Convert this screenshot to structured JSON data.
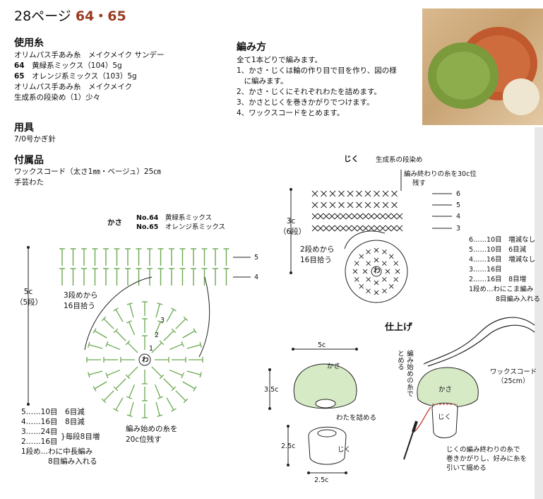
{
  "title": {
    "prefix": "28ページ",
    "numbers": "64・65"
  },
  "materials": {
    "heading": "使用糸",
    "lines": [
      "オリムパス手あみ糸　メイクメイク サンデー",
      {
        "no": "64",
        "text": "黄緑系ミックス（104）5g"
      },
      {
        "no": "65",
        "text": "オレンジ系ミックス（103）5g"
      },
      "オリムパス手あみ糸　メイクメイク",
      "生成系の段染め（1）少々"
    ]
  },
  "tools": {
    "heading": "用具",
    "lines": [
      "7/0号かぎ針"
    ]
  },
  "accessories": {
    "heading": "付属品",
    "lines": [
      "ワックスコード（太さ1㎜・ベージュ）25㎝",
      "手芸わた"
    ]
  },
  "method": {
    "heading": "編み方",
    "lines": [
      "全て1本どりで編みます。",
      "1、かさ・じくは輪の作り目で目を作り、図の様",
      "　に編みます。",
      "2、かさ・じくにそれぞれわたを詰めます。",
      "3、かさとじくを巻きかがりでつけます。",
      "4、ワックスコードをとめます。"
    ]
  },
  "kasa": {
    "label": "かさ",
    "colors": [
      {
        "no": "No.64",
        "text": "黄緑系ミックス"
      },
      {
        "no": "No.65",
        "text": "オレンジ系ミックス"
      }
    ],
    "height": "5c",
    "height_rows": "（5段）",
    "pickup": [
      "3段めから",
      "16目拾う"
    ],
    "row_markers": [
      "5",
      "4",
      "3",
      "2",
      "1"
    ],
    "ring": "わ",
    "start_note": [
      "編み始めの糸を",
      "20c位残す"
    ],
    "table": [
      {
        "row": "5……10目",
        "note": "6目減"
      },
      {
        "row": "4……16目",
        "note": "8目減"
      },
      {
        "row": "3……24目",
        "note": ""
      },
      {
        "row": "2……16目",
        "note": ""
      },
      {
        "row": "1段め…わに中長編み",
        "note": ""
      },
      {
        "row": "8目編み入れる",
        "note": ""
      }
    ],
    "bracket_note": "毎段8目増"
  },
  "jiku": {
    "label": "じく",
    "color": "生成系の段染め",
    "end_note": [
      "編み終わりの糸を30c位",
      "残す"
    ],
    "height": "3c",
    "height_rows": "（6段）",
    "pickup": [
      "2段めから",
      "16目拾う"
    ],
    "row_markers": [
      "6",
      "5",
      "4",
      "3"
    ],
    "ring": "わ",
    "table": [
      {
        "row": "6……10目",
        "note": "増減なし"
      },
      {
        "row": "5……10目",
        "note": "6目減"
      },
      {
        "row": "4……16目",
        "note": "増減なし"
      },
      {
        "row": "3……16目",
        "note": ""
      },
      {
        "row": "2……16目",
        "note": "8目増"
      },
      {
        "row": "1段め…わにこま編み",
        "note": ""
      },
      {
        "row": "8目編み入れる",
        "note": ""
      }
    ]
  },
  "finish": {
    "heading": "仕上げ",
    "width_top": "5c",
    "height_cap": "3.5c",
    "kasa_label": "かさ",
    "stuff_label": "わたを詰める",
    "jiku_height": "2.5c",
    "jiku_label": "じく",
    "jiku_width": "2.5c",
    "side_note": [
      "編み始めの糸で",
      "とめる"
    ],
    "cord_label": "ワックスコード",
    "cord_len": "（25cm）",
    "kasa_label2": "かさ",
    "jiku_label2": "じく",
    "bottom_note": [
      "じくの編み終わりの糸で",
      "巻きかがりし、好みに糸を",
      "引いて縮める"
    ]
  },
  "colors": {
    "green": "#6aa84f",
    "orange": "#c75a2a",
    "brand": "#9b3a20"
  }
}
